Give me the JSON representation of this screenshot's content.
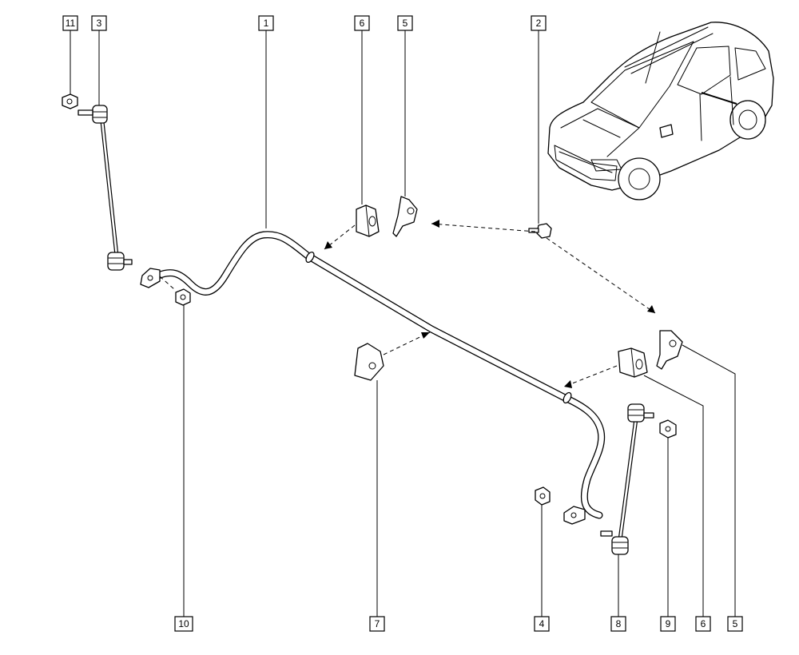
{
  "callouts": {
    "c11": "11",
    "c3": "3",
    "c1": "1",
    "c6_top": "6",
    "c5_top": "5",
    "c2": "2",
    "c10": "10",
    "c7": "7",
    "c4": "4",
    "c8": "8",
    "c9": "9",
    "c6_bottom": "6",
    "c5_bottom": "5"
  }
}
